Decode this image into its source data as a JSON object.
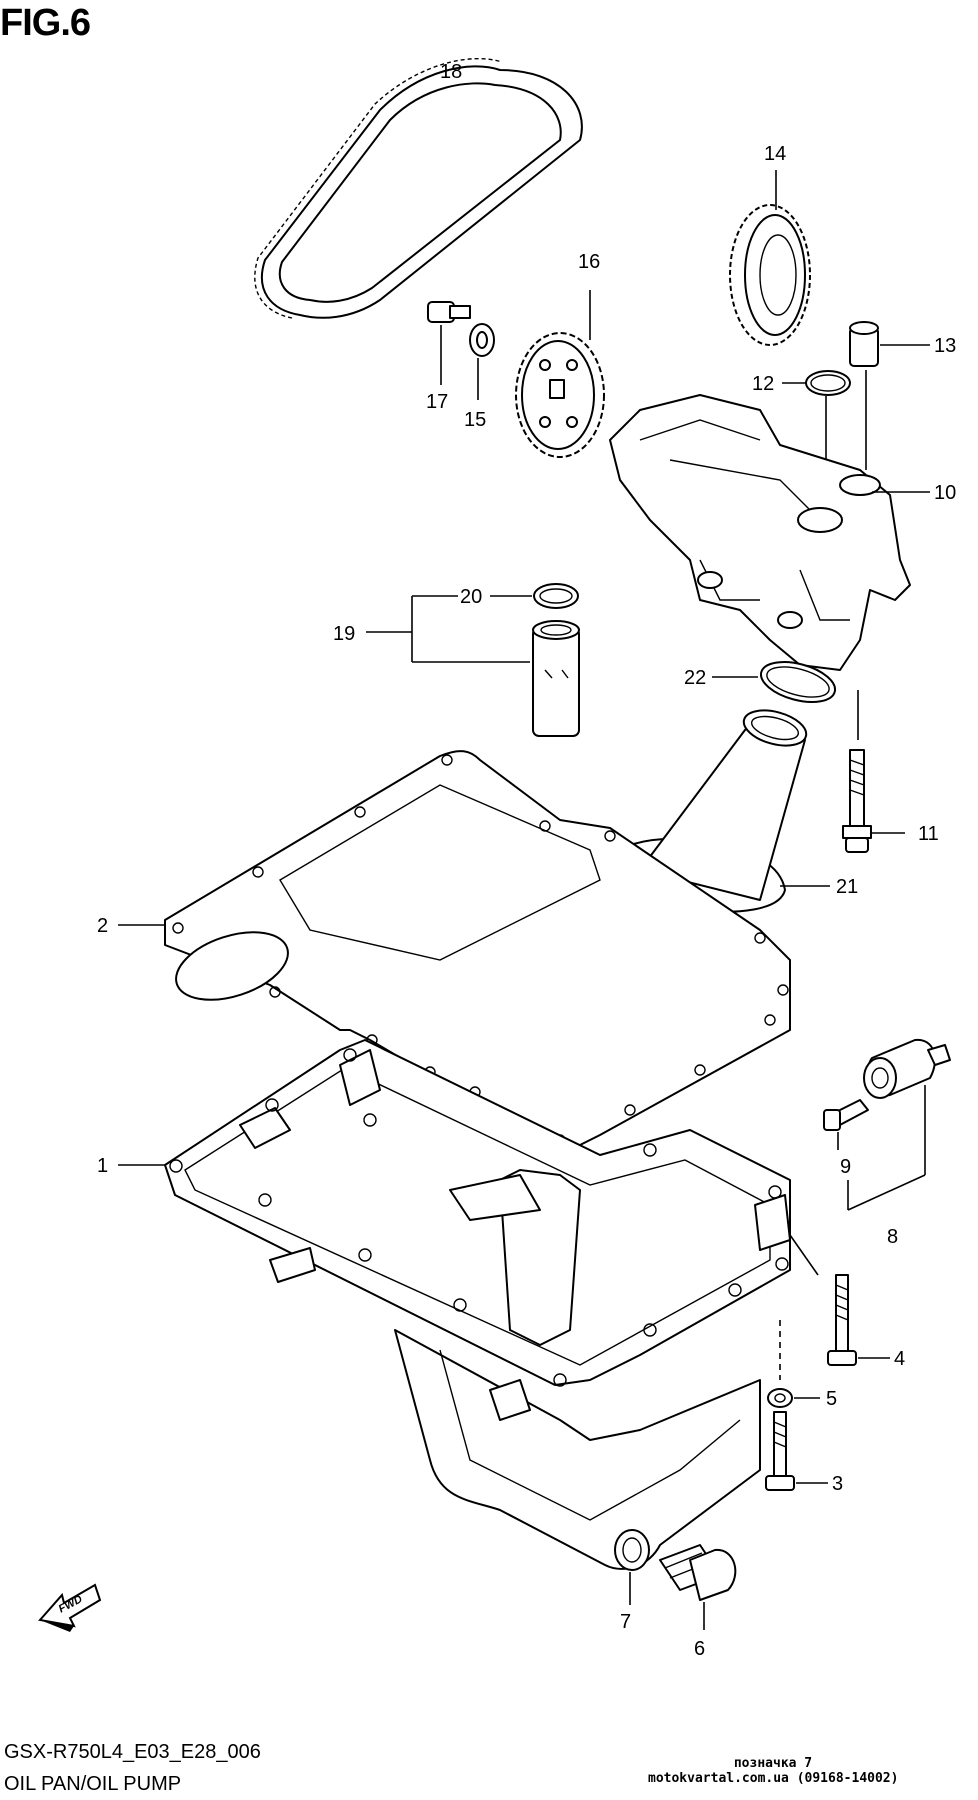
{
  "figure": {
    "title": "FIG.6",
    "model_code": "GSX-R750L4_E03_E28_006",
    "caption": "OIL PAN/OIL PUMP",
    "fwd_label": "FWD"
  },
  "watermark": {
    "line1": "позначка 7",
    "line2": "motokvartal.com.ua (09168-14002)"
  },
  "callouts": [
    "1",
    "2",
    "3",
    "4",
    "5",
    "6",
    "7",
    "8",
    "9",
    "10",
    "11",
    "12",
    "13",
    "14",
    "15",
    "16",
    "17",
    "18",
    "19",
    "20",
    "21",
    "22"
  ]
}
